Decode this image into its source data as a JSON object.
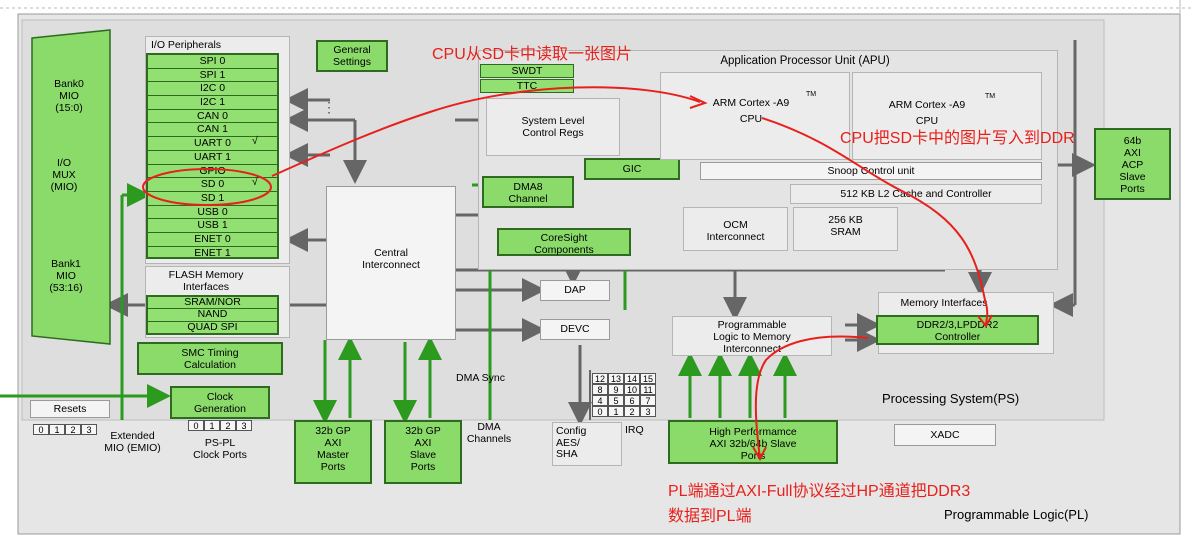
{
  "colors": {
    "block_green": "#8bdb6b",
    "wire_green": "#2b9a1f",
    "annotation_red": "#e8201c",
    "ps_grey": "#d9d9d9"
  },
  "mio": {
    "bank0": "Bank0\nMIO\n(15:0)",
    "io_mux": "I/O\nMUX\n(MIO)",
    "bank1": "Bank1\nMIO\n(53:16)"
  },
  "io_peripherals": {
    "title": "I/O Peripherals",
    "items": [
      "SPI 0",
      "SPI 1",
      "I2C 0",
      "I2C 1",
      "CAN 0",
      "CAN 1",
      "UART 0",
      "UART 1",
      "GPIO",
      "SD 0",
      "SD 1",
      "USB 0",
      "USB 1",
      "ENET 0",
      "ENET 1"
    ],
    "checks": [
      "√",
      "√"
    ]
  },
  "flash": {
    "title": "FLASH Memory\nInterfaces",
    "items": [
      "SRAM/NOR",
      "NAND",
      "QUAD SPI"
    ]
  },
  "smc": "SMC Timing\nCalculation",
  "clock": "Clock\nGeneration",
  "resets": "Resets",
  "reset_cells": [
    "0",
    "1",
    "2",
    "3"
  ],
  "clock_cells": [
    "0",
    "1",
    "2",
    "3"
  ],
  "extended_mio": "Extended\nMIO (EMIO)",
  "ps_pl_clock": "PS-PL\nClock Ports",
  "general_settings": "General\nSettings",
  "swdt": "SWDT",
  "ttc": "TTC",
  "slcr": "System Level\nControl Regs",
  "gic": "GIC",
  "dma8": "DMA8\nChannel",
  "coresight": "CoreSight\nComponents",
  "dap": "DAP",
  "devc": "DEVC",
  "central": "Central\nInterconnect",
  "apu": {
    "title": "Application Processor Unit (APU)",
    "cpu0": "ARM Cortex -A9",
    "cpu0_sub": "CPU",
    "cpu1": "ARM Cortex -A9",
    "cpu1_sub": "CPU",
    "tm": "TM",
    "scu": "Snoop Control unit",
    "l2": "512 KB L2 Cache and Controller",
    "ocm": "OCM\nInterconnect",
    "sram": "256 KB\nSRAM"
  },
  "acp": "64b\nAXI\nACP\nSlave\nPorts",
  "mem_if": {
    "title": "Memory Interfaces",
    "ddr": "DDR2/3,LPDDR2\nController"
  },
  "pl_mem": "Programmable\nLogic to Memory\nInterconnect",
  "dma_sync": "DMA Sync",
  "irq_grid": [
    "12",
    "13",
    "14",
    "15",
    "8",
    "9",
    "10",
    "11",
    "4",
    "5",
    "6",
    "7",
    "0",
    "1",
    "2",
    "3"
  ],
  "irq": "IRQ",
  "ps_label": "Processing System(PS)",
  "pl_label": "Programmable Logic(PL)",
  "xadc": "XADC",
  "gp_master": "32b GP\nAXI\nMaster\nPorts",
  "gp_slave": "32b GP\nAXI\nSlave\nPorts",
  "dma_channels": "DMA\nChannels",
  "config": "Config\nAES/\nSHA",
  "hp": "High Performamce\nAXI 32b/64b Slave\nPorts",
  "annotations": {
    "a1": "CPU从SD卡中读取一张图片",
    "a2": "CPU把SD卡中的图片写入到DDR",
    "a3": "PL端通过AXI-Full协议经过HP通道把DDR3",
    "a4": "数据到PL端"
  }
}
